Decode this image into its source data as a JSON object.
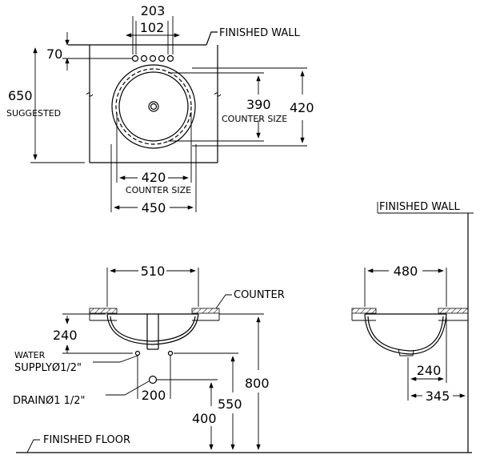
{
  "top_view": {
    "finished_wall": "FINISHED WALL",
    "dim_203": "203",
    "dim_102": "102",
    "dim_70": "70",
    "dim_650": "650",
    "suggested": "SUGGESTED",
    "dim_390": "390",
    "counter_size_right": "COUNTER SIZE",
    "dim_420_right": "420",
    "dim_420_bottom": "420",
    "counter_size_bottom": "COUNTER SIZE",
    "dim_450": "450"
  },
  "front_view": {
    "dim_510": "510",
    "counter": "COUNTER",
    "dim_240": "240",
    "water": "WATER",
    "supply": "SUPPLYØ1/2\"",
    "drain": "DRAINØ1 1/2\"",
    "dim_200": "200",
    "dim_400": "400",
    "dim_550": "550",
    "dim_800": "800",
    "finished_floor": "FINISHED FLOOR"
  },
  "side_view": {
    "finished_wall": "FINISHED WALL",
    "dim_480": "480",
    "dim_240": "240",
    "dim_345": "345"
  }
}
